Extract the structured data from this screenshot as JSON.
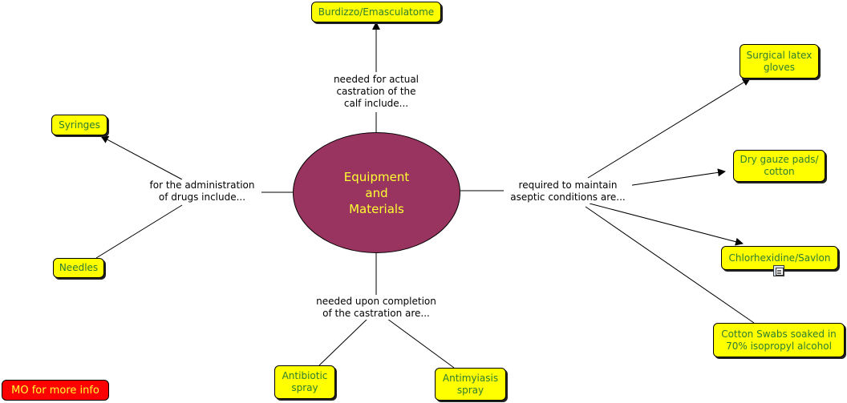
{
  "center": {
    "label": "Equipment\nand\nMaterials"
  },
  "linking_phrases": {
    "castration": "needed for actual\ncastration of the\ncalf include...",
    "administration": "for the administration\nof drugs include...",
    "aseptic": "required to maintain\naseptic conditions are...",
    "completion": "needed upon completion\nof the castration are..."
  },
  "nodes": {
    "burdizzo": "Burdizzo/Emasculatome",
    "syringes": "Syringes",
    "needles": "Needles",
    "gloves": "Surgical latex\ngloves",
    "gauze": "Dry gauze pads/\ncotton",
    "chlorhexidine": "Chlorhexidine/Savlon",
    "cotton_swabs": "Cotton Swabs soaked in\n70% isopropyl alcohol",
    "antibiotic": "Antibiotic\nspray",
    "antimyiasis": "Antimyiasis\nspray"
  },
  "more_info_button": "MO for more info",
  "attachment_icon": "document-icon",
  "colors": {
    "concept_fill": "#ffff00",
    "concept_text": "#2e7d32",
    "center_fill": "#99335f",
    "center_text": "#ffff33",
    "button_fill": "#ff0000"
  }
}
